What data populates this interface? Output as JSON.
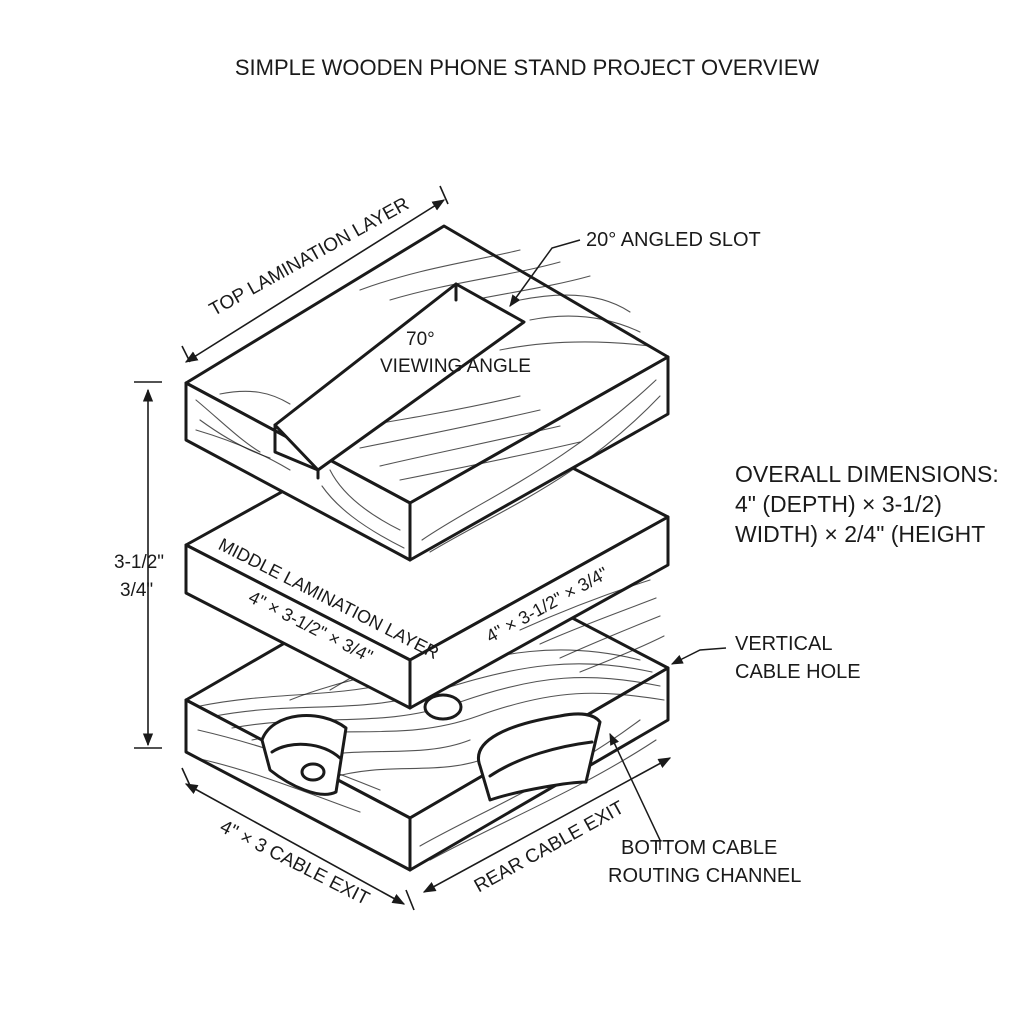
{
  "title": "SIMPLE WOODEN PHONE STAND PROJECT OVERVIEW",
  "labels": {
    "top_layer": "TOP LAMINATION LAYER",
    "angled_slot": "20° ANGLED SLOT",
    "viewing_angle_value": "70°",
    "viewing_angle_text": "VIEWING ANGLE",
    "overall_line1": "OVERALL DIMENSIONS:",
    "overall_line2": "4\" (DEPTH) × 3-1/2)",
    "overall_line3": "WIDTH) × 2/4\" (HEIGHT",
    "height_dim_1": "3-1/2\"",
    "height_dim_2": "3/4\"",
    "middle_layer": "MIDDLE LAMINATION LAYER",
    "middle_dim_left": "4\" × 3-1/2\" × 3/4\"",
    "middle_dim_right": "4\" × 3-1/2\" × 3/4\"",
    "vertical_hole_1": "VERTICAL",
    "vertical_hole_2": "CABLE HOLE",
    "bottom_channel_1": "BOTTOM CABLE",
    "bottom_channel_2": "ROUTING CHANNEL",
    "front_exit": "4\" × 3 CABLE EXIT",
    "rear_exit": "REAR CABLE EXIT"
  }
}
